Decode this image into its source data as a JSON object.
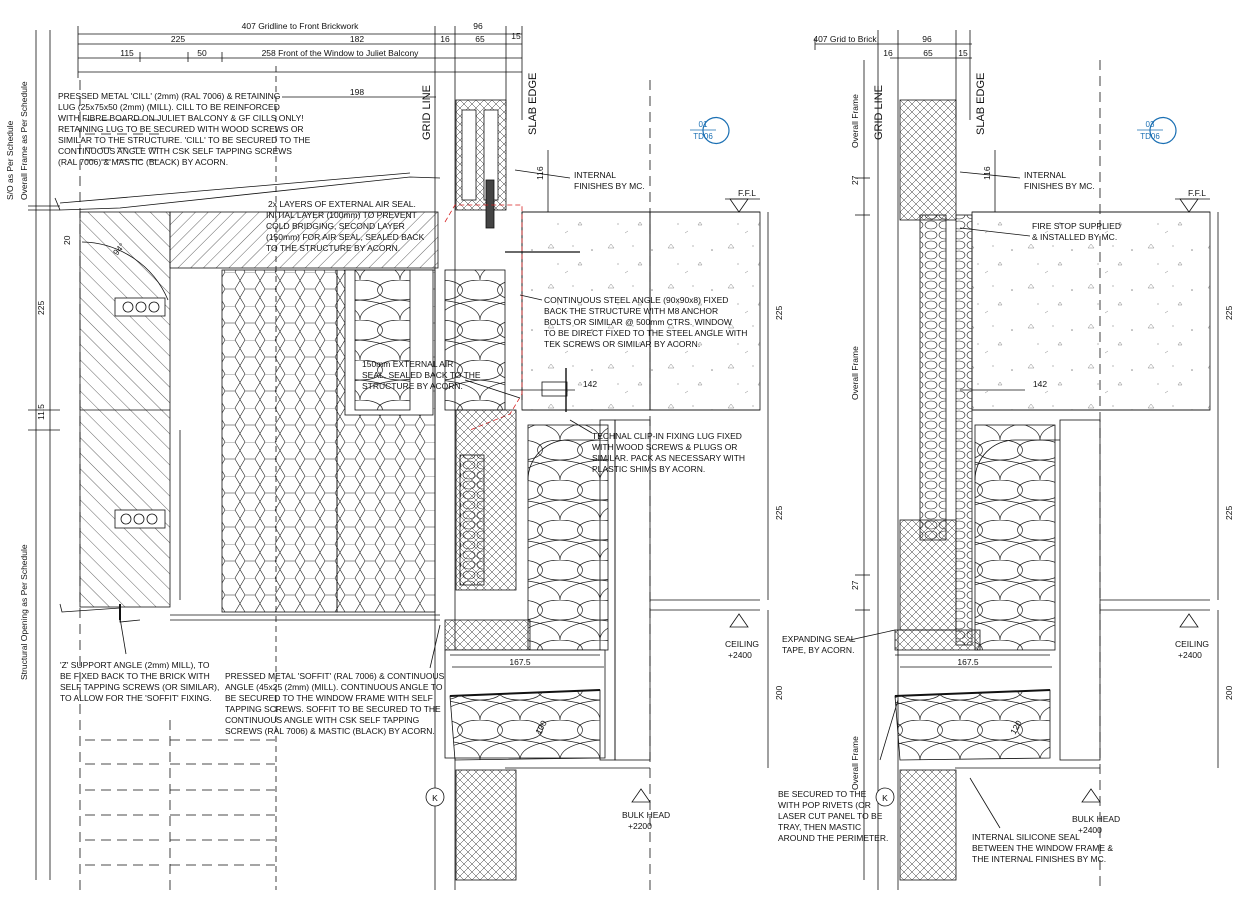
{
  "left": {
    "dims": {
      "gridline_to_brick": "407 Gridline to Front Brickwork",
      "d96": "96",
      "d225": "225",
      "d182": "182",
      "d16": "16",
      "d15": "15",
      "d115": "115",
      "d50": "50",
      "d258": "258 Front of the Window to Juliet Balcony",
      "d65": "65",
      "d198": "198",
      "d116": "116",
      "d142": "142",
      "d167": "167.5",
      "v225a": "225",
      "v225b": "225",
      "v11": "11.5",
      "v225c": "225",
      "v200": "200",
      "v100": "100",
      "v94": "94°",
      "v20": "20"
    },
    "labels": {
      "grid_line": "GRID LINE",
      "slab_edge": "SLAB EDGE",
      "so_schedule": "S/O as Per Schedule",
      "overall_frame": "Overall Frame as Per Schedule",
      "structural_opening": "Structural Opening as Per Schedule",
      "ffl": "F.F.L",
      "ceiling": "CEILING",
      "ceiling_level": "+2400",
      "bulkhead": "BULK HEAD",
      "bulkhead_level": "+2200",
      "tag_top": "01",
      "tag_bottom": "TD06",
      "k": "K"
    },
    "notes": {
      "cill": [
        "PRESSED METAL 'CILL' (2mm) (RAL 7006) & RETAINING",
        "LUG (25x75x50 (2mm) (MILL). CILL TO BE REINFORCED",
        "WITH FIBRE BOARD ON JULIET BALCONY & GF CILLS ONLY!",
        "RETAINING LUG TO BE SECURED WITH WOOD SCREWS OR",
        "SIMILAR TO THE STRUCTURE. 'CILL' TO BE SECURED TO THE",
        "CONTINUOUS ANGLE WITH CSK SELF TAPPING SCREWS",
        "(RAL 7006) & MASTIC (BLACK) BY ACORN."
      ],
      "air_seal": [
        "2x LAYERS OF EXTERNAL AIR SEAL.",
        "INITIAL LAYER (100mm) TO PREVENT",
        "COLD BRIDGING, SECOND LAYER",
        "(150mm) FOR AIR SEAL, SEALED BACK",
        "TO THE STRUCTURE BY ACORN."
      ],
      "internal_finishes": [
        "INTERNAL",
        "FINISHES BY MC."
      ],
      "steel_angle": [
        "CONTINUOUS STEEL ANGLE (90x90x8) FIXED",
        "BACK THE STRUCTURE WITH M8 ANCHOR",
        "BOLTS OR SIMILAR @ 500mm CTRS. WINDOW",
        "TO BE DIRECT FIXED TO THE STEEL ANGLE WITH",
        "TEK SCREWS OR SIMILAR BY ACORN."
      ],
      "ext_air_seal": [
        "150mm EXTERNAL AIR",
        "SEAL, SEALED BACK TO THE",
        "STRUCTURE BY ACORN."
      ],
      "clip": [
        "TECHNAL CLIP-IN FIXING LUG FIXED",
        "WITH WOOD SCREWS & PLUGS OR",
        "SIMILAR. PACK AS NECESSARY WITH",
        "PLASTIC SHIMS BY ACORN."
      ],
      "z_support": [
        "'Z' SUPPORT ANGLE (2mm) MILL), TO",
        "BE FIXED BACK TO THE BRICK WITH",
        "SELF TAPPING SCREWS (OR SIMILAR),",
        "TO ALLOW FOR THE 'SOFFIT' FIXING."
      ],
      "soffit": [
        "PRESSED METAL 'SOFFIT' (RAL 7006) & CONTINUOUS",
        "ANGLE (45x25 (2mm) (MILL). CONTINUOUS ANGLE TO",
        "BE SECURED TO THE WINDOW FRAME WITH SELF",
        "TAPPING SCREWS. SOFFIT TO BE SECURED TO THE",
        "CONTINUOUS ANGLE WITH CSK SELF TAPPING",
        "SCREWS (RAL 7006) & MASTIC (BLACK) BY ACORN."
      ]
    }
  },
  "right": {
    "dims": {
      "grid_to_brick": "407 Grid to Brick",
      "d96": "96",
      "d16": "16",
      "d65": "65",
      "d15": "15",
      "d116": "116",
      "d142": "142",
      "d167": "167.5",
      "v225a": "225",
      "v225b": "225",
      "v200": "200",
      "v27a": "27",
      "v27b": "27",
      "v120": "120"
    },
    "labels": {
      "grid_line": "GRID LINE",
      "slab_edge": "SLAB EDGE",
      "overall_frame_a": "Overall Frame",
      "overall_frame_b": "Overall Frame",
      "overall_frame_c": "Overall Frame",
      "ffl": "F.F.L",
      "ceiling": "CEILING",
      "ceiling_level": "+2400",
      "bulkhead": "BULK HEAD",
      "bulkhead_level": "+2400",
      "tag_top": "03",
      "tag_bottom": "TD06",
      "k": "K"
    },
    "notes": {
      "internal_finishes": [
        "INTERNAL",
        "FINISHES BY MC."
      ],
      "fire_stop": [
        "FIRE STOP SUPPLIED",
        "& INSTALLED BY MC."
      ],
      "expanding": [
        "EXPANDING SEAL",
        "TAPE, BY ACORN."
      ],
      "pop_rivets": [
        "BE SECURED TO THE",
        "WITH POP RIVETS (OR",
        "LASER CUT PANEL TO BE",
        "TRAY, THEN MASTIC",
        "AROUND THE PERIMETER."
      ],
      "silicone": [
        "INTERNAL SILICONE SEAL",
        "BETWEEN THE WINDOW FRAME &",
        "THE INTERNAL FINISHES BY MC."
      ]
    }
  },
  "colors": {
    "line": "#111111",
    "red": "#d62020",
    "tag": "#1a6fb3"
  }
}
